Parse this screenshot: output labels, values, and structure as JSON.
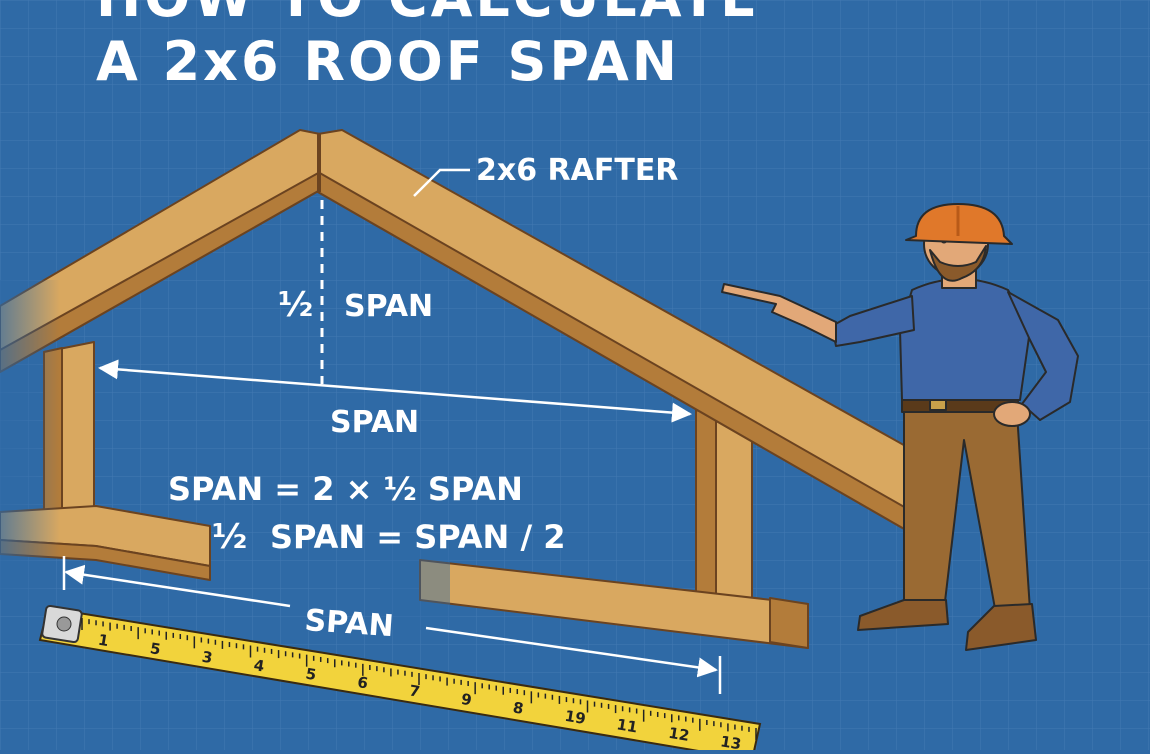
{
  "title": {
    "line1": "HOW TO CALCULATE",
    "line2": "A 2x6 ROOF SPAN"
  },
  "labels": {
    "rafter": "2x6 RAFTER",
    "half_span_fraction": "½",
    "half_span_word": "SPAN",
    "span_inner": "SPAN",
    "span_bottom": "SPAN",
    "formula1": "SPAN = 2 × ½ SPAN",
    "formula2_fraction": "½",
    "formula2_rest": "SPAN = SPAN / 2"
  },
  "tape_numbers": [
    "1",
    "5",
    "3",
    "4",
    "5",
    "6",
    "7",
    "9",
    "8",
    "19",
    "11",
    "12",
    "13"
  ],
  "colors": {
    "background": "#2f6aa6",
    "grid": "#5b8bc4",
    "wood": "#d9a860",
    "wood_dark": "#b37c3a",
    "wood_outline": "#6b4320",
    "tape": "#f2d33c",
    "hardhat": "#e0782a",
    "shirt": "#3f67a8",
    "pants": "#9a6a33",
    "text": "#ffffff"
  },
  "icons": {
    "worker": "construction-worker-illustration",
    "tape": "measuring-tape-illustration"
  }
}
